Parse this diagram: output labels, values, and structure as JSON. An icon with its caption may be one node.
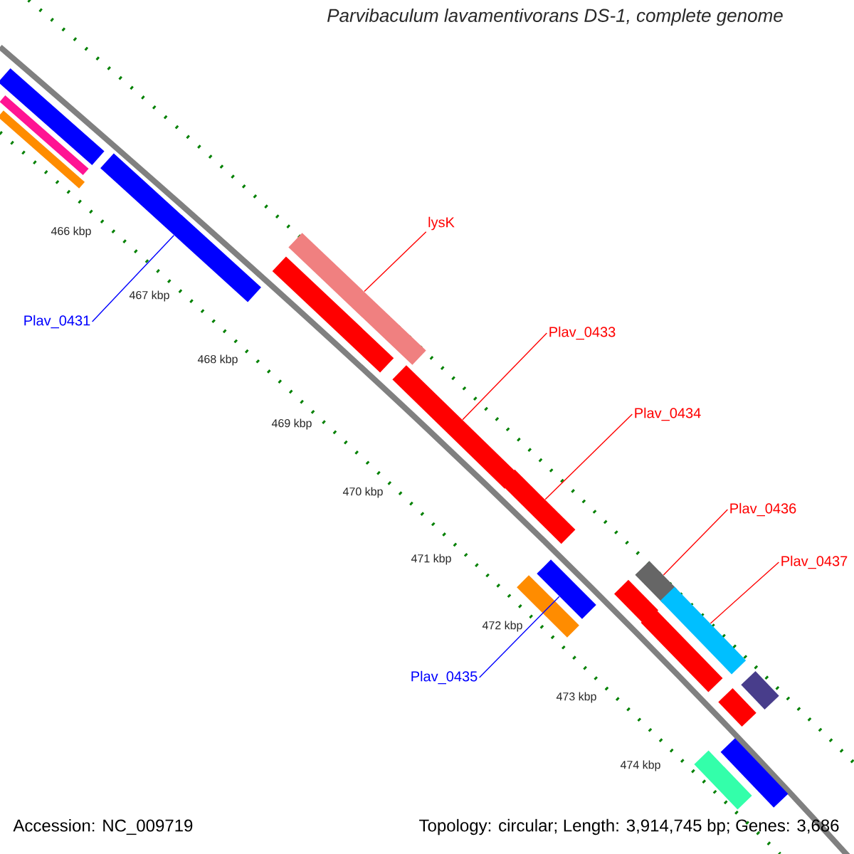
{
  "diagram": {
    "title": "Parvibaculum lavamentivorans DS-1, complete genome",
    "nodes": [
      {
        "text": [
          "lysK"
        ]
      },
      {
        "text": [
          "Plav_0431"
        ]
      },
      {
        "text": [
          "Plav_0433"
        ]
      },
      {
        "text": [
          "Plav_0434"
        ]
      },
      {
        "text": [
          "Plav_0436"
        ]
      },
      {
        "text": [
          "Plav_0437"
        ]
      },
      {
        "text": [
          "Plav_0435"
        ]
      },
      {
        "text": [],
        "shape": "bar"
      },
      {
        "text": [],
        "shape": "bar"
      },
      {
        "text": [],
        "shape": "bar"
      },
      {
        "text": [],
        "shape": "bar"
      },
      {
        "text": [],
        "shape": "bar"
      },
      {
        "text": [],
        "shape": "bar"
      },
      {
        "text": [],
        "shape": "bar"
      },
      {
        "text": [],
        "shape": "bar"
      },
      {
        "text": [],
        "shape": "bar"
      },
      {
        "text": [],
        "shape": "bar"
      },
      {
        "text": [],
        "shape": "bar"
      },
      {
        "text": [],
        "shape": "bar"
      },
      {
        "text": [],
        "shape": "bar"
      },
      {
        "text": [],
        "shape": "bar"
      },
      {
        "text": [],
        "shape": "bar"
      },
      {
        "text": [],
        "shape": "bar"
      },
      {
        "text": [],
        "shape": "bar"
      },
      {
        "text": [],
        "shape": "bar"
      }
    ],
    "edges": [
      {
        "from": 0,
        "to": 12,
        "arrow": "none"
      },
      {
        "from": 1,
        "to": 10,
        "arrow": "none",
        "color": "#0000ff"
      },
      {
        "from": 2,
        "to": 13,
        "arrow": "none"
      },
      {
        "from": 3,
        "to": 14,
        "arrow": "none"
      },
      {
        "from": 4,
        "to": 18,
        "arrow": "none"
      },
      {
        "from": 5,
        "to": 20,
        "arrow": "none"
      },
      {
        "from": 6,
        "to": 16,
        "arrow": "none",
        "color": "#0000ff"
      }
    ],
    "labels": [
      "466 kbp",
      "467 kbp",
      "468 kbp",
      "469 kbp",
      "470 kbp",
      "471 kbp",
      "472 kbp",
      "473 kbp",
      "474 kbp",
      "Accession: NC_009719",
      "Topology: circular; Length: 3,914,745 bp; Genes: 3,686"
    ]
  }
}
